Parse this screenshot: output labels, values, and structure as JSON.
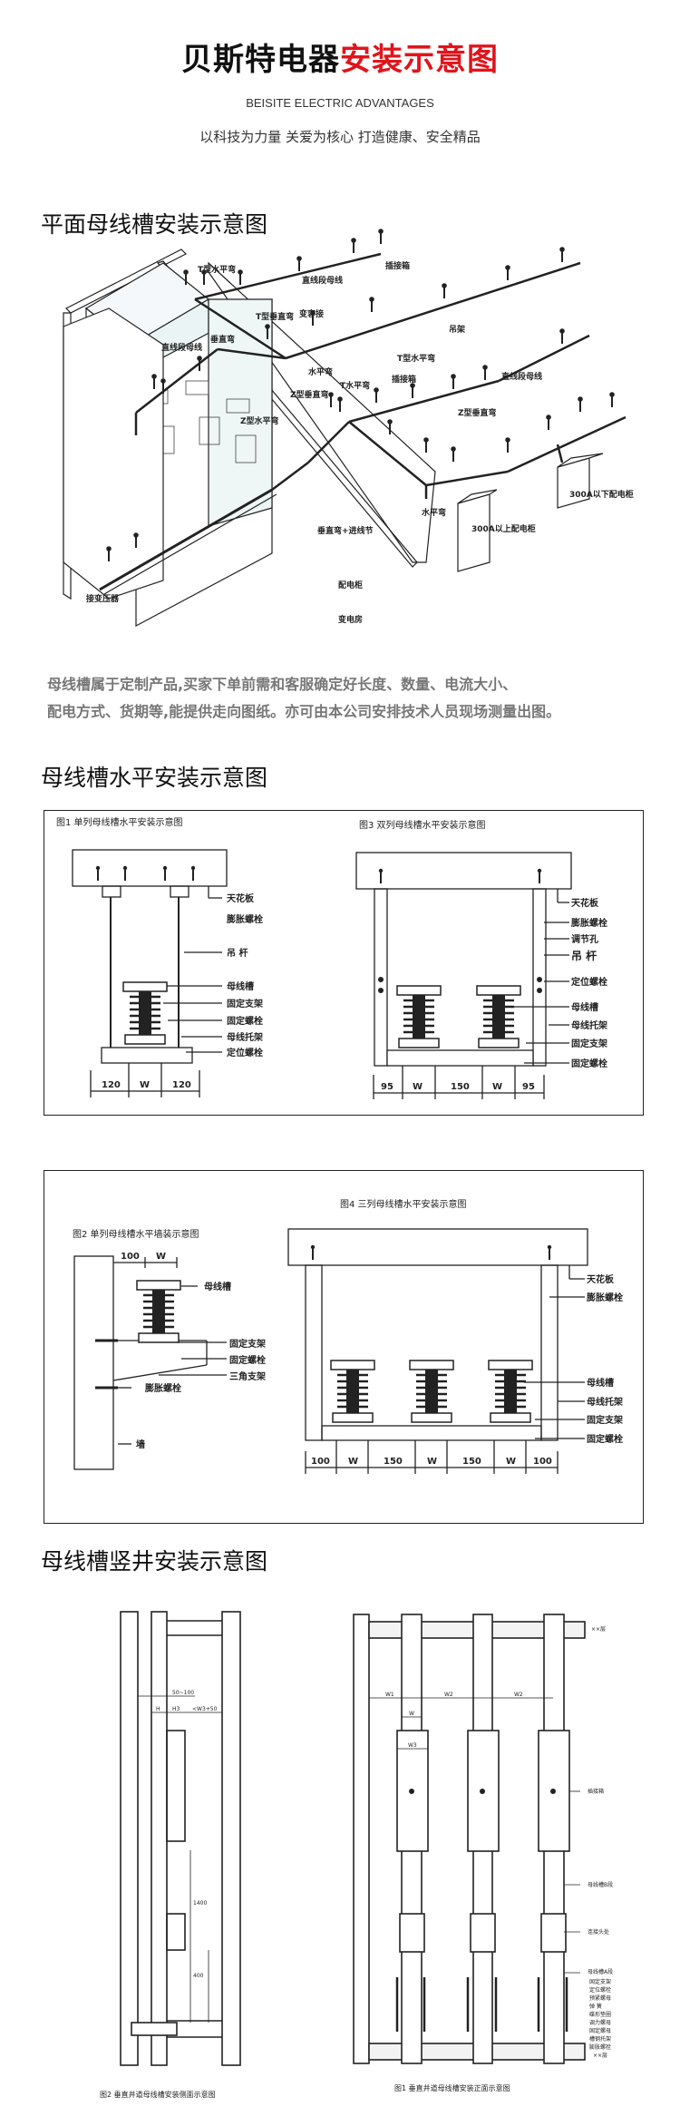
{
  "header": {
    "brand_black": "贝斯特电器",
    "brand_red": "安装示意图",
    "english": "BEISITE ELECTRIC ADVANTAGES",
    "slogan": "以科技为力量  关爱为核心  打造健康、安全精品",
    "accent_color": "#e0141b"
  },
  "section1": {
    "title": "平面母线槽安装示意图",
    "labels": [
      "T型水平弯",
      "直线段母线",
      "插接箱",
      "T型垂直弯",
      "变容接",
      "垂直弯",
      "直线段母线",
      "水平弯",
      "T水平弯",
      "Z型垂直弯",
      "Z型水平弯",
      "吊架",
      "T型水平弯",
      "插接箱",
      "直线段母线",
      "Z型垂直弯",
      "300A以下配电柜",
      "水平弯",
      "300A以上配电柜",
      "垂直弯+进线节",
      "配电柜",
      "变电房",
      "接变压器"
    ],
    "description": [
      "母线槽属于定制产品,买家下单前需和客服确定好长度、数量、电流大小、",
      "配电方式、货期等,能提供走向图纸。亦可由本公司安排技术人员现场测量出图。"
    ]
  },
  "section2": {
    "title": "母线槽水平安装示意图",
    "fig1": {
      "title": "图1 单列母线槽水平安装示意图",
      "labels": [
        "天花板",
        "膨胀螺栓",
        "吊 杆",
        "母线槽",
        "固定支架",
        "固定螺栓",
        "母线托架",
        "定位螺栓"
      ],
      "dims": [
        "120",
        "W",
        "120"
      ]
    },
    "fig3": {
      "title": "图3  双列母线槽水平安装示意图",
      "labels": [
        "天花板",
        "膨胀螺栓",
        "调节孔",
        "吊 杆",
        "定位螺栓",
        "母线槽",
        "母线托架",
        "固定支架",
        "固定螺栓"
      ],
      "dims": [
        "95",
        "W",
        "150",
        "W",
        "95"
      ]
    },
    "fig2": {
      "title": "图2 单列母线槽水平墙装示意图",
      "labels": [
        "母线槽",
        "固定支架",
        "固定螺栓",
        "三角支架",
        "膨胀螺栓",
        "墙"
      ],
      "dims": [
        "100",
        "W"
      ]
    },
    "fig4": {
      "title": "图4 三列母线槽水平安装示意图",
      "labels": [
        "天花板",
        "膨胀螺栓",
        "母线槽",
        "母线托架",
        "固定支架",
        "固定螺栓"
      ],
      "dims": [
        "100",
        "W",
        "150",
        "W",
        "150",
        "W",
        "100"
      ]
    }
  },
  "section3": {
    "title": "母线槽竖井安装示意图",
    "left": {
      "caption": "图2  垂直井道母线槽安装侧面示意图",
      "dims": [
        "50~100",
        "H",
        "H3",
        "<W3+50",
        "1400",
        "400"
      ]
    },
    "right": {
      "caption": "图1  垂直井道母线槽安装正面示意图",
      "dims": [
        "W1",
        "W2",
        "W2",
        "W",
        "W3"
      ],
      "labels": [
        "××层",
        "插接箱",
        "母线槽B段",
        "连接头处",
        "母线槽A段",
        "固定支架",
        "定位螺栓",
        "预紧螺母",
        "弹 簧",
        "碟形垫圈",
        "调力螺母",
        "固定螺母",
        "槽钢托架",
        "膨胀螺栓",
        "××层"
      ]
    }
  }
}
